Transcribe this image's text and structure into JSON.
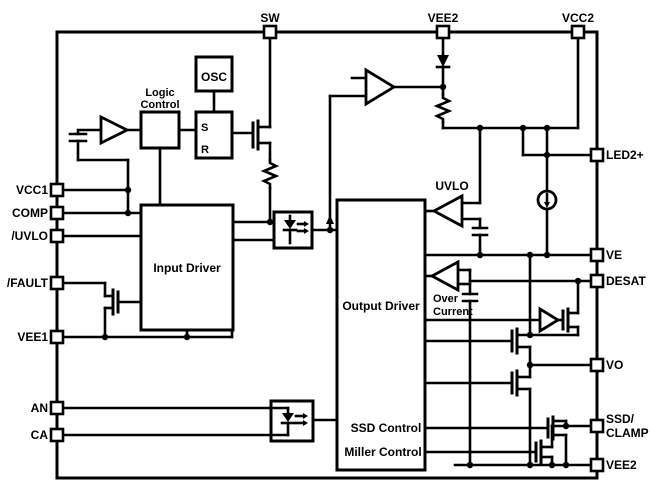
{
  "colors": {
    "line": "#000000",
    "background": "#ffffff"
  },
  "pins": {
    "top": {
      "sw": "SW",
      "vee2": "VEE2",
      "vcc2": "VCC2"
    },
    "left": {
      "vcc1": "VCC1",
      "comp": "COMP",
      "uvlo": "/UVLO",
      "fault": "/FAULT",
      "vee1": "VEE1",
      "an": "AN",
      "ca": "CA"
    },
    "right": {
      "led2p": "LED2+",
      "ve": "VE",
      "desat": "DESAT",
      "vo": "VO",
      "ssd_line1": "SSD/",
      "ssd_line2": "CLAMP",
      "vee2": "VEE2"
    }
  },
  "blocks": {
    "osc": "OSC",
    "logic_line1": "Logic",
    "logic_line2": "Control",
    "sr_s": "S",
    "sr_r": "R",
    "input_driver": "Input Driver",
    "output_driver": "Output Driver",
    "uvlo": "UVLO",
    "over_line1": "Over",
    "over_line2": "Current",
    "ssd_control": "SSD Control",
    "miller_control": "Miller Control"
  }
}
